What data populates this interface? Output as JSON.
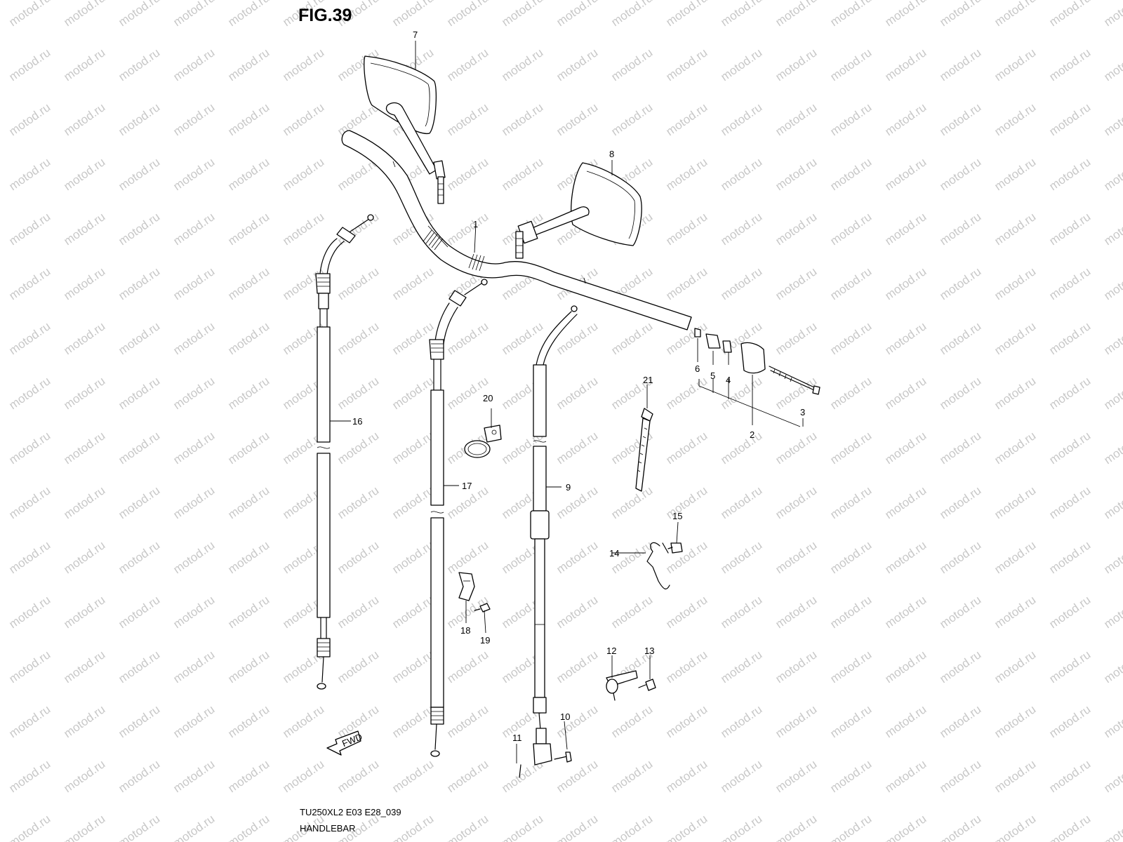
{
  "figure": {
    "title": "FIG.39",
    "footer_code": "TU250XL2 E03 E28_039",
    "footer_name": "HANDLEBAR",
    "watermark": "motod.ru",
    "fwd_label": "FWD"
  },
  "callouts": {
    "c1": "1",
    "c2": "2",
    "c3": "3",
    "c4": "4",
    "c5": "5",
    "c6": "6",
    "c7": "7",
    "c8": "8",
    "c9": "9",
    "c10": "10",
    "c11": "11",
    "c12": "12",
    "c13": "13",
    "c14": "14",
    "c15": "15",
    "c16": "16",
    "c17": "17",
    "c18": "18",
    "c19": "19",
    "c20": "20",
    "c21": "21"
  }
}
